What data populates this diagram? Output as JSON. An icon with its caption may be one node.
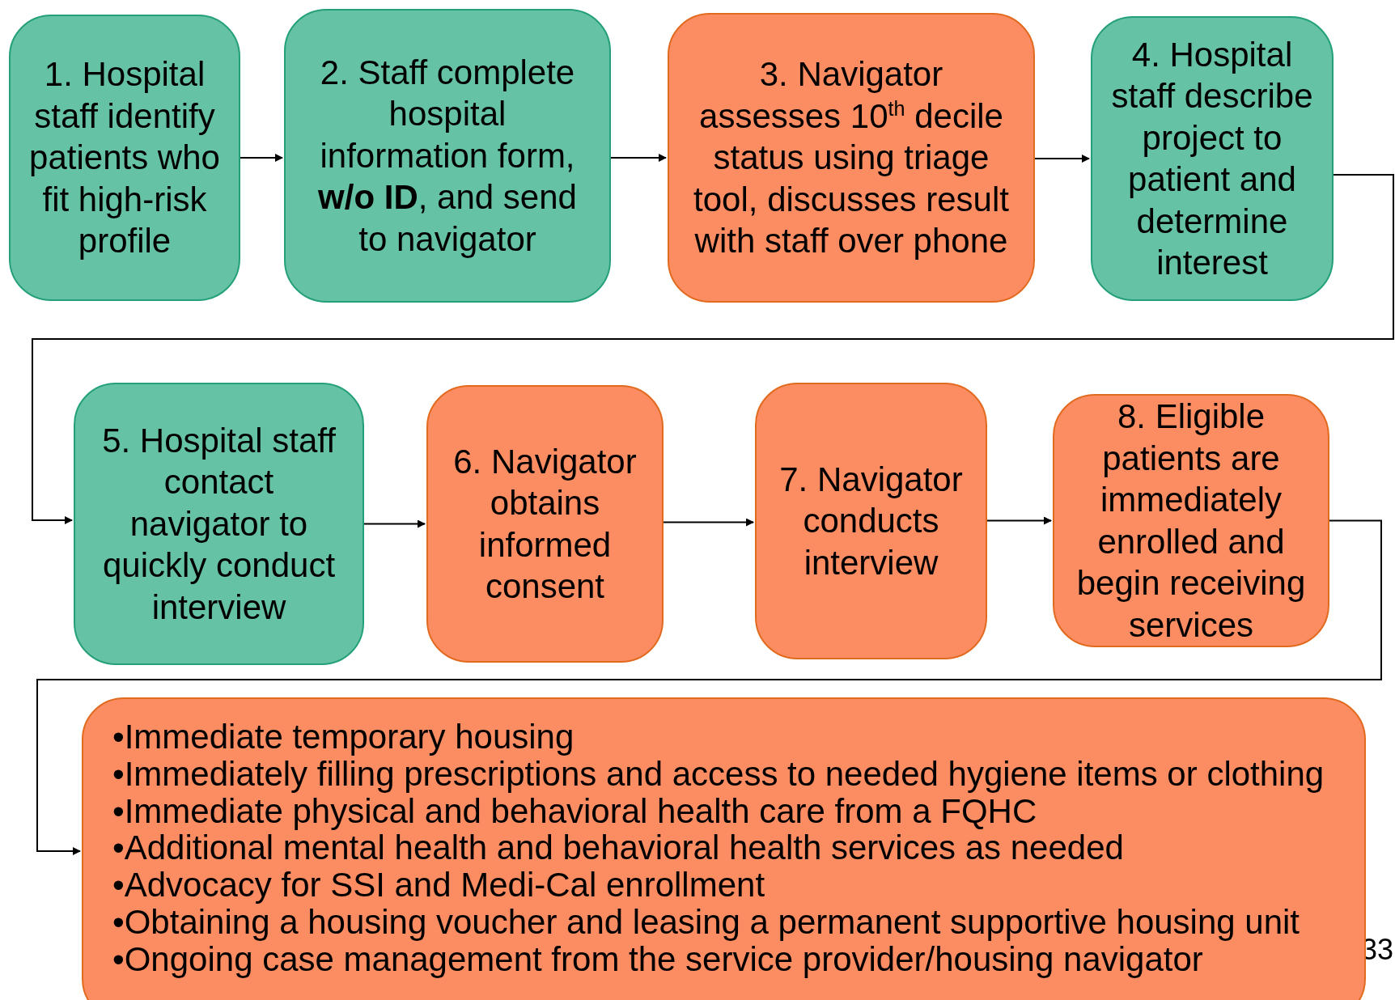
{
  "diagram": {
    "nodes": [
      {
        "text": [
          "1. Hospital staff identify patients who fit high-risk profile"
        ]
      },
      {
        "text": [
          "2. Staff complete hospital information form, **w/o ID**, and send to navigator"
        ]
      },
      {
        "text": [
          "3. Navigator assesses 10$^{th}$ decile status using triage tool, discusses result with staff over phone"
        ]
      },
      {
        "text": [
          "4. Hospital staff describe project to patient and determine interest"
        ]
      },
      {
        "text": [
          "5. Hospital staff contact navigator to quickly conduct interview"
        ]
      },
      {
        "text": [
          "6. Navigator obtains informed consent"
        ]
      },
      {
        "text": [
          "7. Navigator conducts interview"
        ]
      },
      {
        "text": [
          "8. Eligible patients are immediately enrolled and begin receiving services"
        ]
      },
      {
        "text": [
          "•Immediate temporary housing",
          "•Immediately filling prescriptions and access to needed hygiene items or clothing",
          "•Immediate physical and behavioral health care from a FQHC",
          "•Additional mental health and behavioral health services as needed",
          "•Advocacy for SSI and Medi-Cal enrollment",
          "•Obtaining a housing voucher and leasing a permanent supportive housing unit",
          "•Ongoing case management from the service provider/housing navigator"
        ]
      }
    ],
    "edges": [
      {
        "from": 0,
        "to": 1,
        "arrow": "to"
      },
      {
        "from": 1,
        "to": 2,
        "arrow": "to"
      },
      {
        "from": 2,
        "to": 3,
        "arrow": "to"
      },
      {
        "from": 3,
        "to": 4,
        "arrow": "to"
      },
      {
        "from": 4,
        "to": 5,
        "arrow": "to"
      },
      {
        "from": 5,
        "to": 6,
        "arrow": "to"
      },
      {
        "from": 6,
        "to": 7,
        "arrow": "to"
      },
      {
        "from": 7,
        "to": 8,
        "arrow": "to"
      }
    ],
    "labels": [
      "33"
    ]
  }
}
